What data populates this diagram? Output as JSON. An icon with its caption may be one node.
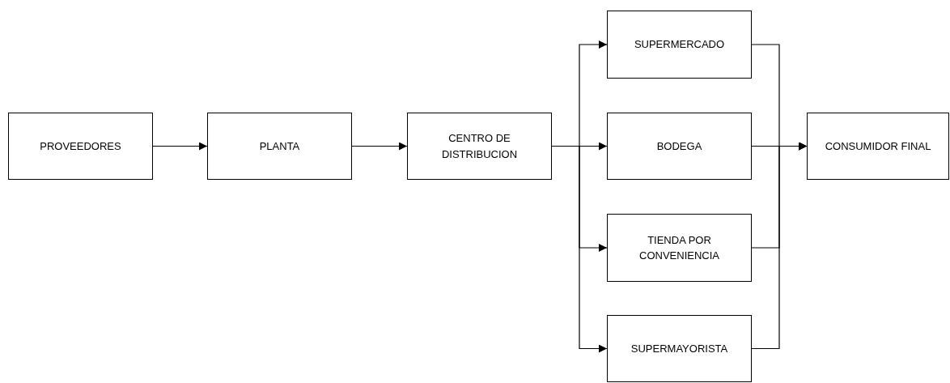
{
  "diagram": {
    "nodes": [
      {
        "text": [
          "PROVEEDORES"
        ]
      },
      {
        "text": [
          "PLANTA"
        ]
      },
      {
        "text": [
          "CENTRO DE DISTRIBUCION"
        ]
      },
      {
        "text": [
          "SUPERMERCADO"
        ]
      },
      {
        "text": [
          "BODEGA"
        ]
      },
      {
        "text": [
          "TIENDA POR CONVENIENCIA"
        ]
      },
      {
        "text": [
          "SUPERMAYORISTA"
        ]
      },
      {
        "text": [
          "CONSUMIDOR FINAL"
        ]
      }
    ],
    "edges": [
      {
        "from": 0,
        "to": 1,
        "arrow": "to"
      },
      {
        "from": 1,
        "to": 2,
        "arrow": "to"
      },
      {
        "from": 2,
        "to": 3,
        "arrow": "to"
      },
      {
        "from": 2,
        "to": 4,
        "arrow": "to"
      },
      {
        "from": 2,
        "to": 5,
        "arrow": "to"
      },
      {
        "from": 2,
        "to": 6,
        "arrow": "to"
      },
      {
        "from": 3,
        "to": 7,
        "arrow": "to"
      },
      {
        "from": 4,
        "to": 7,
        "arrow": "to"
      },
      {
        "from": 5,
        "to": 7,
        "arrow": "to"
      },
      {
        "from": 6,
        "to": 7,
        "arrow": "to"
      }
    ]
  }
}
